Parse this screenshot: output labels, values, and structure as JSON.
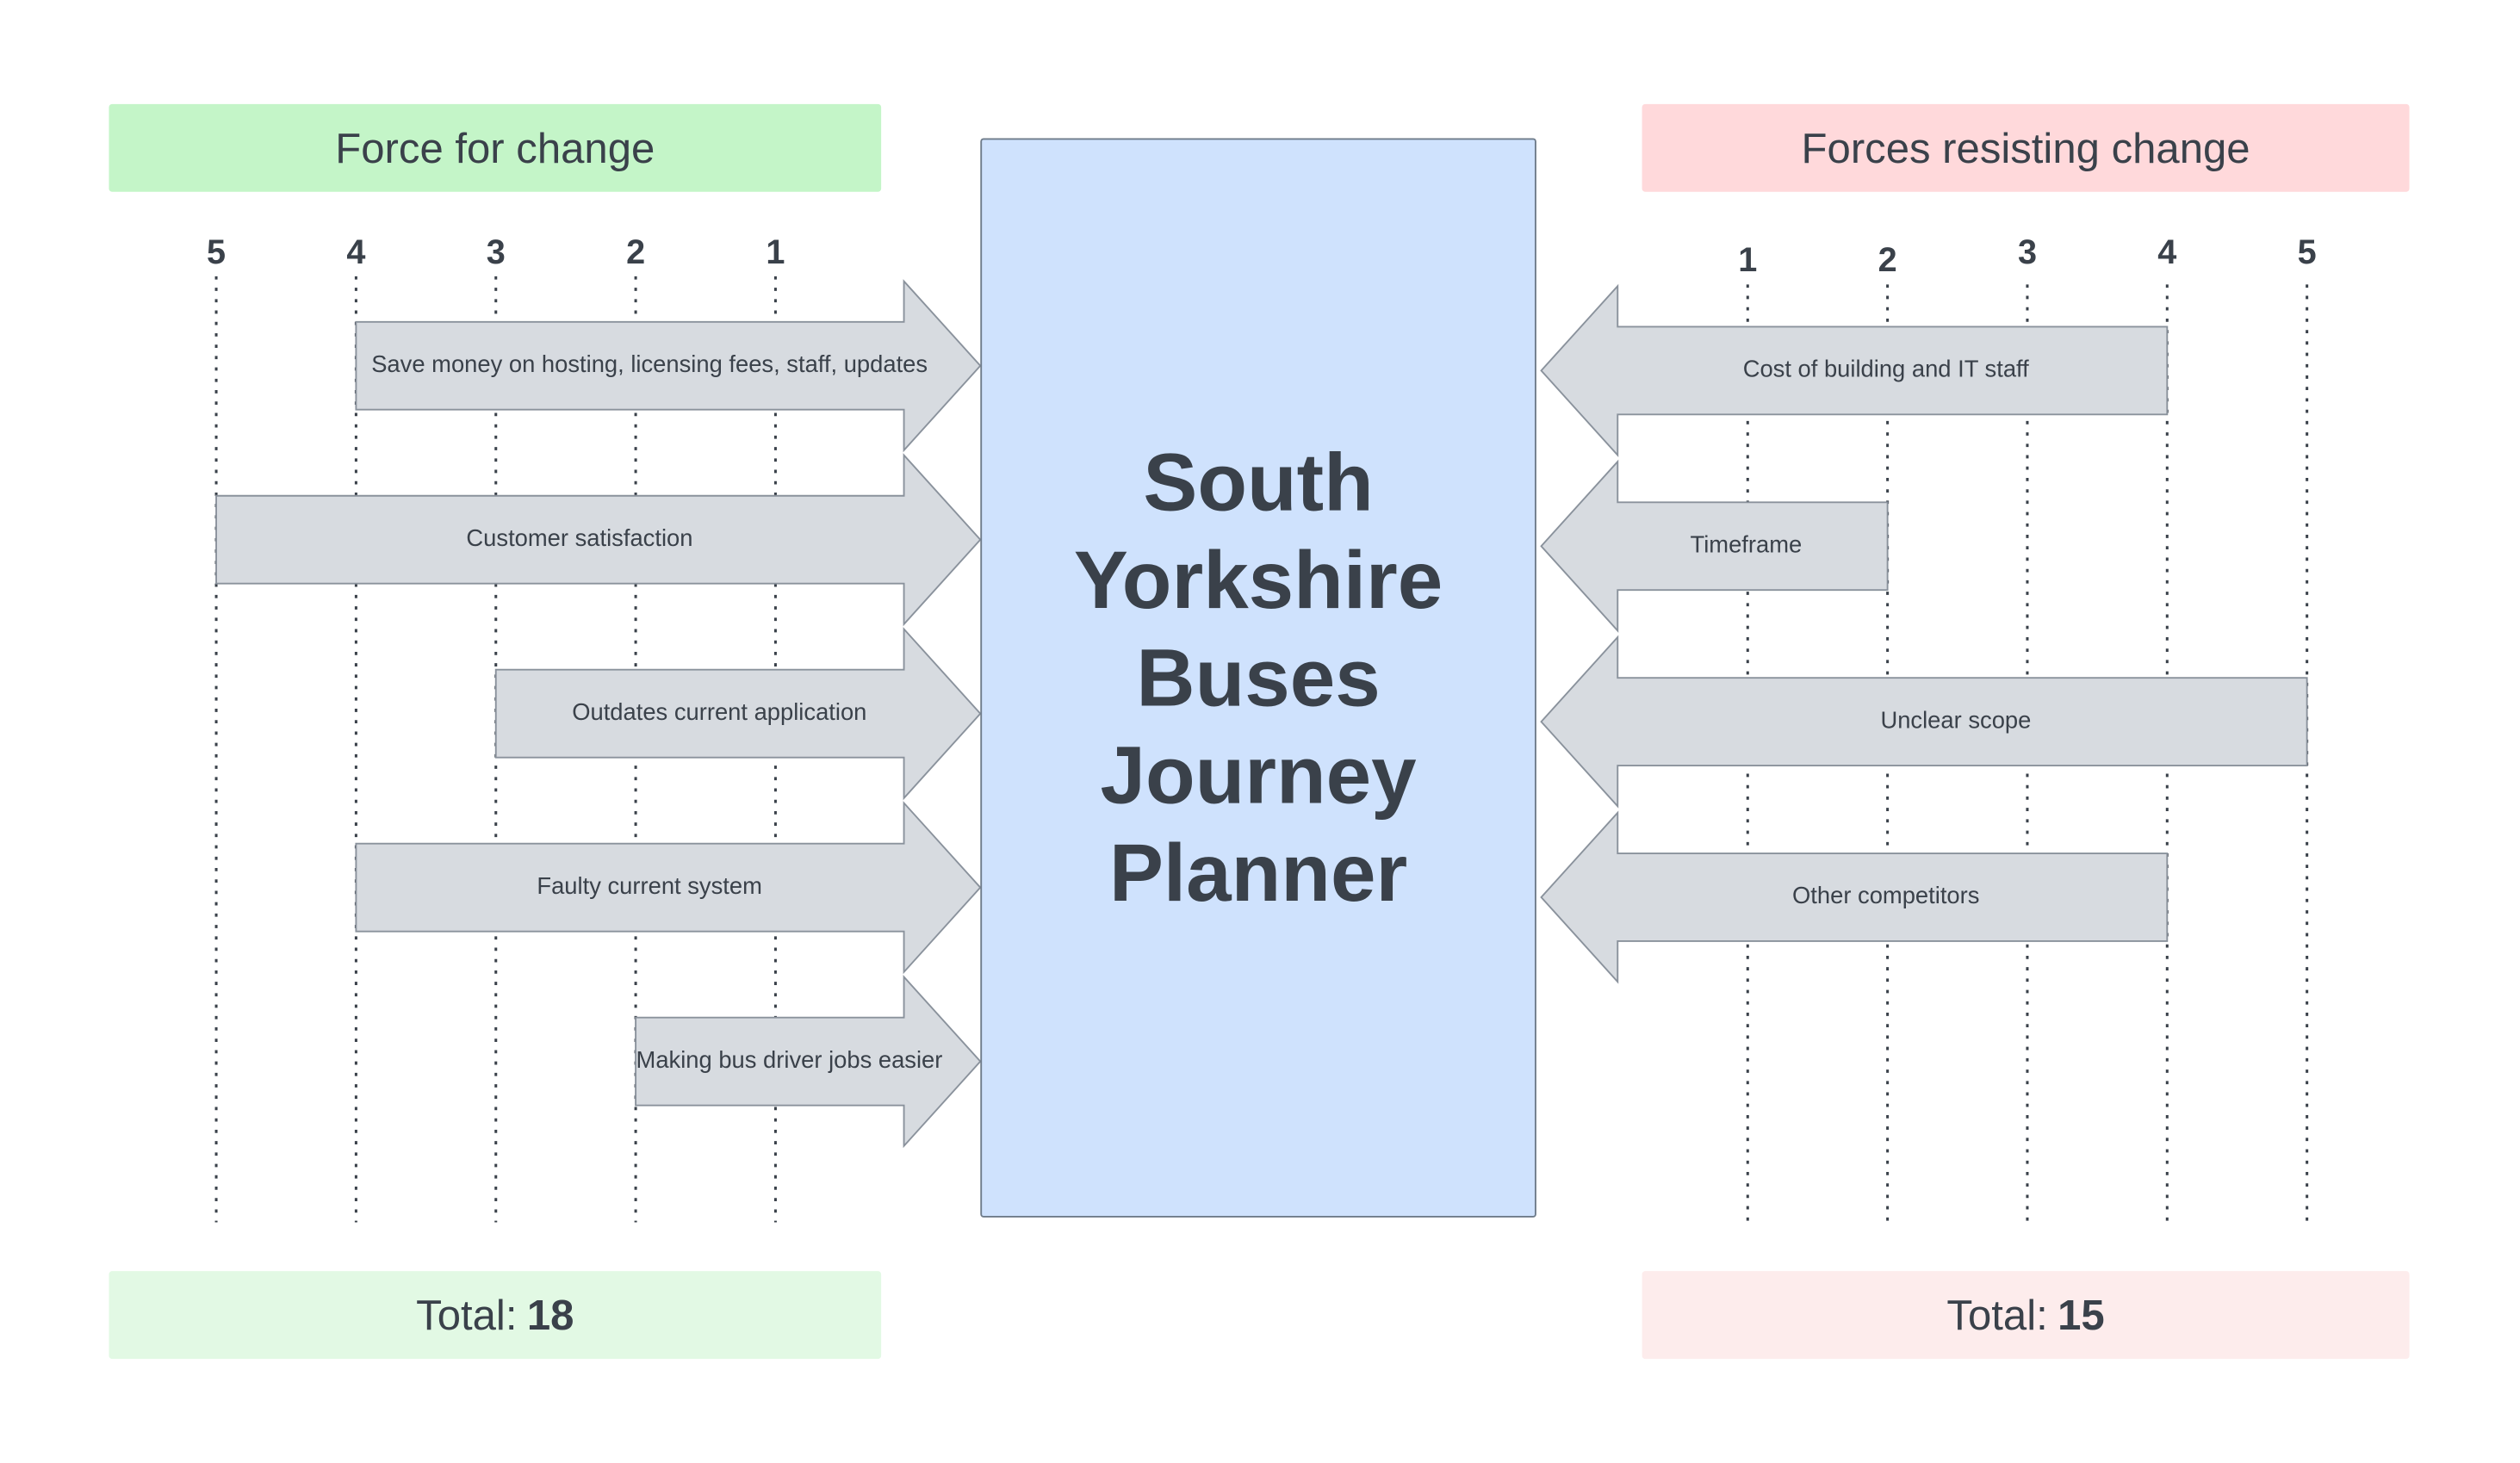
{
  "title": "South Yorkshire Buses Journey Planner",
  "title_lines": [
    "South",
    "Yorkshire",
    "Buses",
    "Journey",
    "Planner"
  ],
  "for": {
    "header": "Force for change",
    "scale_labels": [
      "5",
      "4",
      "3",
      "2",
      "1"
    ],
    "forces": [
      {
        "label": "Save money on hosting, licensing fees, staff, updates",
        "score": 4
      },
      {
        "label": "Customer satisfaction",
        "score": 5
      },
      {
        "label": "Outdates current application",
        "score": 3
      },
      {
        "label": "Faulty current system",
        "score": 4
      },
      {
        "label": "Making bus driver jobs easier",
        "score": 2
      }
    ],
    "total_label": "Total:",
    "total_value": "18"
  },
  "against": {
    "header": "Forces resisting change",
    "scale_labels": [
      "1",
      "2",
      "3",
      "4",
      "5"
    ],
    "forces": [
      {
        "label": "Cost of building and IT staff",
        "score": 4
      },
      {
        "label": "Timeframe",
        "score": 2
      },
      {
        "label": "Unclear scope",
        "score": 5
      },
      {
        "label": "Other competitors",
        "score": 4
      }
    ],
    "total_label": "Total:",
    "total_value": "15"
  },
  "colors": {
    "for_header": "#c4f5c8",
    "for_total": "#e2f9e4",
    "against_header": "#ffd9db",
    "against_total": "#fdecec",
    "center": "#cfe2fd",
    "arrow_fill": "#d7dbe0",
    "text": "#3a414a"
  }
}
